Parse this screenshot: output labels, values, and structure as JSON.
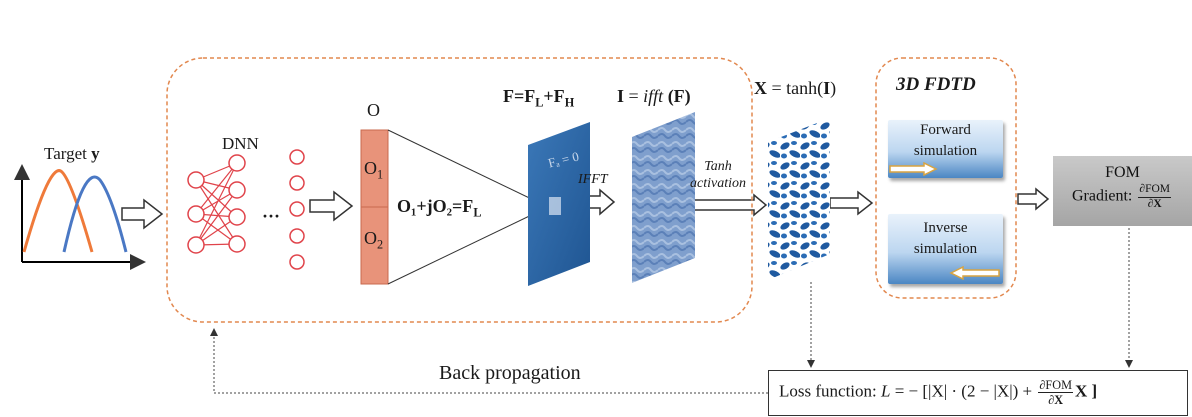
{
  "target": {
    "label": "Target ",
    "label_bold": "y"
  },
  "dnn": {
    "label": "DNN",
    "ellipsis": "···"
  },
  "output_block": {
    "top": "O",
    "o1": "O",
    "o1_sub": "1",
    "o2": "O",
    "o2_sub": "2"
  },
  "combine_eq": {
    "text": "O₁+jO₂=F",
    "sub": "L"
  },
  "f_eq": {
    "text": "F=F",
    "sub1": "L",
    "plus": "+F",
    "sub2": "H"
  },
  "i_eq": {
    "lhs": "I",
    "eq": " = ",
    "fn": "ifft",
    "arg": " (F)"
  },
  "panel_label": "Fₐ = 0",
  "ifft_arrow": "IFFT",
  "tanh_arrow": {
    "line1": "Tanh",
    "line2": "activation"
  },
  "x_eq": {
    "lhs": "X",
    "rhs": " = tanh(",
    "arg": "I",
    "close": ")"
  },
  "fdtd": {
    "title": "3D FDTD",
    "forward": {
      "line1": "Forward",
      "line2": "simulation"
    },
    "inverse": {
      "line1": "Inverse",
      "line2": "simulation"
    }
  },
  "fom": {
    "title": "FOM",
    "gradient_label": "Gradient: ",
    "num": "∂FOM",
    "den": "∂X"
  },
  "back_propagation": "Back propagation",
  "loss": {
    "prefix": "Loss function: ",
    "L": "L",
    "body": " = − [|X| · (2 − |X|) + ",
    "num": "∂FOM",
    "den": "∂X",
    "tail": "X ]"
  },
  "colors": {
    "dnn_box_border": "#e2884f",
    "neuron": "#e0434a",
    "output_block": "#e8937a",
    "panel_blue": "#2d68a8",
    "curve_orange": "#ef7a3a",
    "curve_blue": "#4a78c4",
    "fom_gray": "#b5b5b5"
  }
}
